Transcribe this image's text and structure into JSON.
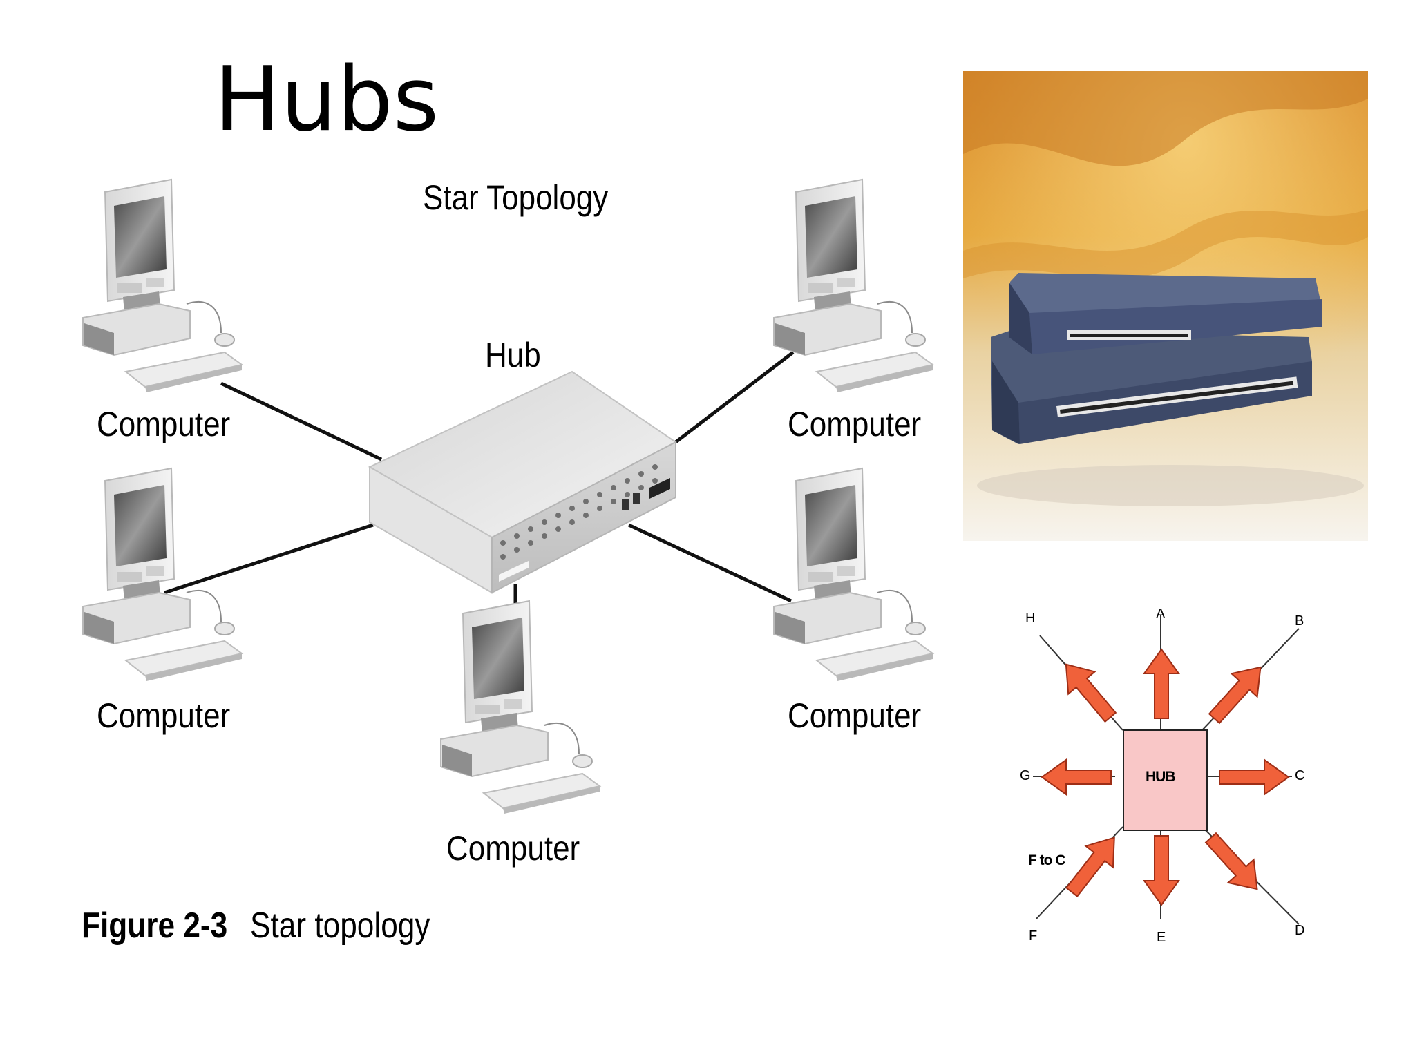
{
  "slide": {
    "title": "Hubs"
  },
  "diagram": {
    "heading": "Star Topology",
    "hub_label": "Hub",
    "computer_label": "Computer",
    "caption_number": "Figure 2-3",
    "caption_text": "Star topology"
  },
  "hub_diagram": {
    "center_label": "HUB",
    "ports": [
      "A",
      "B",
      "C",
      "D",
      "E",
      "F",
      "G",
      "H"
    ],
    "annotation": "F to C",
    "colors": {
      "arrow": "#f0613a",
      "hub_fill": "#f9c7c7"
    }
  },
  "photo": {
    "subject": "stacked-network-hubs"
  }
}
